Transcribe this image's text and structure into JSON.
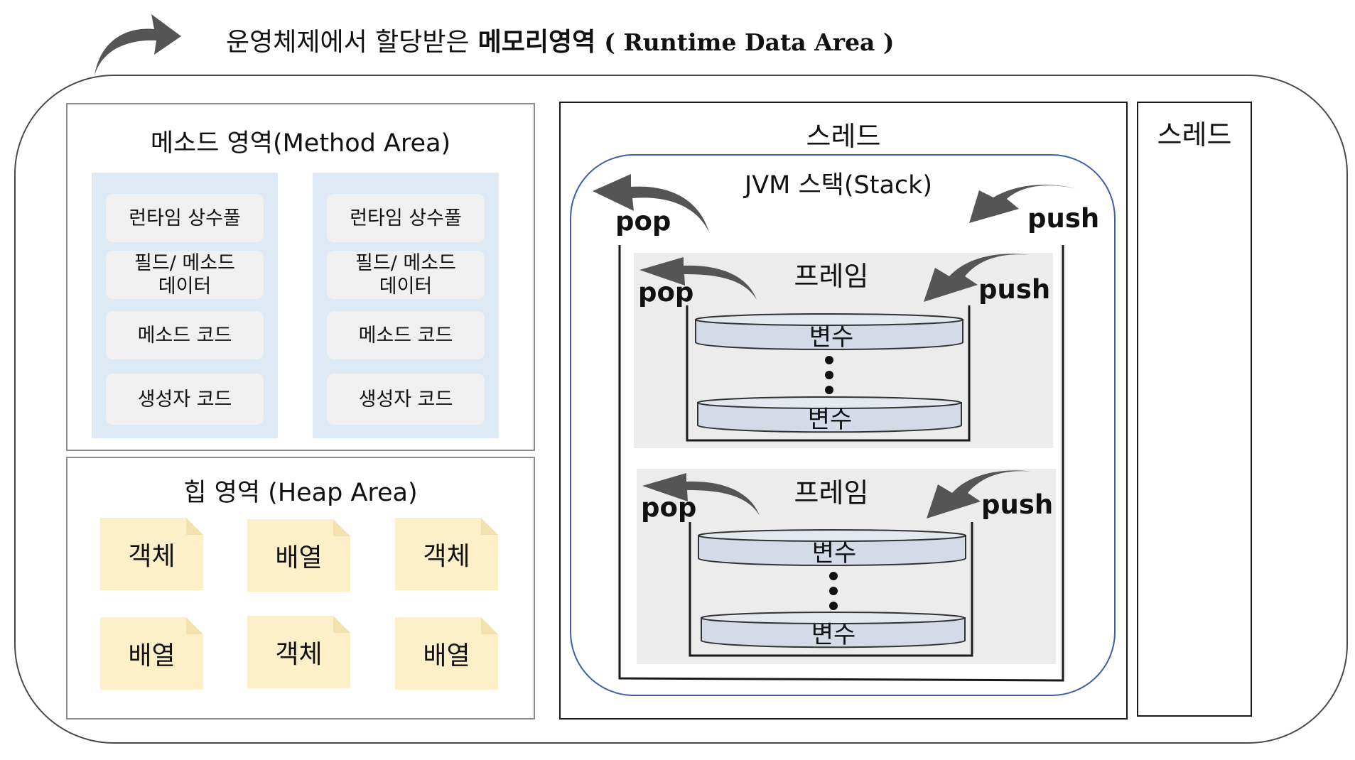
{
  "title": {
    "korean_prefix": "운영체제에서 할당받은",
    "korean_bold": "메모리영역",
    "english": "( Runtime Data Area )"
  },
  "method_area": {
    "title": "메소드 영역(Method Area)",
    "columns": [
      {
        "items": [
          "런타임 상수풀",
          "필드/ 메소드\n데이터",
          "메소드 코드",
          "생성자 코드"
        ]
      },
      {
        "items": [
          "런타임 상수풀",
          "필드/ 메소드\n데이터",
          "메소드 코드",
          "생성자 코드"
        ]
      }
    ]
  },
  "heap_area": {
    "title": "힙 영역 (Heap Area)",
    "objects": [
      "객체",
      "배열",
      "객체",
      "배열",
      "객체",
      "배열"
    ]
  },
  "thread_main": {
    "title": "스레드",
    "jvm_stack": {
      "title": "JVM 스택(Stack)",
      "pop": "pop",
      "push": "push",
      "frames": [
        {
          "label": "프레임",
          "pop": "pop",
          "push": "push",
          "vars": [
            "변수",
            "변수"
          ]
        },
        {
          "label": "프레임",
          "pop": "pop",
          "push": "push",
          "vars": [
            "변수",
            "변수"
          ]
        }
      ]
    }
  },
  "thread_second": {
    "title": "스레드"
  },
  "colors": {
    "method_col_bg": "#dde9f5",
    "method_item_bg": "#f0f0f0",
    "heap_note_bg": "#fdf0c8",
    "frame_bg": "#ececec",
    "disk_fill": "#d5dbe6",
    "jvm_stack_border": "#3b5ea8",
    "arrow_gray": "#555555"
  },
  "icons": [
    "curved-arrow-icon"
  ]
}
